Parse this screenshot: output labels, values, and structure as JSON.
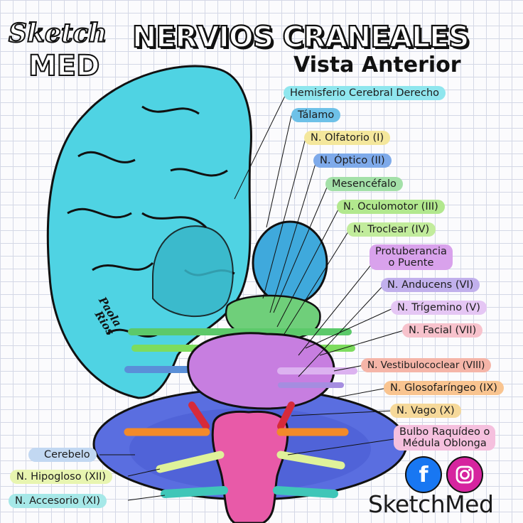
{
  "header": {
    "logo_top": "Sketch",
    "logo_bottom": "MED",
    "title": "NERVIOS CRANEALES",
    "subtitle": "Vista Anterior"
  },
  "labels": {
    "hemisferio": "Hemisferio Cerebral Derecho",
    "talamo": "Tálamo",
    "olfatorio": "N. Olfatorio (I)",
    "optico": "N. Óptico (II)",
    "mesencefalo": "Mesencéfalo",
    "oculomotor": "N. Oculomotor (III)",
    "troclear": "N. Troclear (IV)",
    "protuberancia_1": "Protuberancia",
    "protuberancia_2": "o Puente",
    "abducens": "N. Anducens (VI)",
    "trigemino": "N. Trígemino (V)",
    "facial": "N. Facial (VII)",
    "vestibulococlear": "N. Vestibulococlear (VIII)",
    "glosofaringeo": "N. Glosofaríngeo (IX)",
    "vago": "N. Vago (X)",
    "bulbo_1": "Bulbo Raquídeo o",
    "bulbo_2": "Médula Oblonga",
    "cerebelo": "Cerebelo",
    "hipogloso": "N. Hipogloso (XII)",
    "accesorio": "N. Accesorio (XI)"
  },
  "signature": {
    "line1": "Paola",
    "line2": "Rios"
  },
  "footer": {
    "facebook_icon": "facebook-icon",
    "instagram_icon": "instagram-icon",
    "brand": "SketchMed"
  },
  "colors": {
    "hemisphere": "#4fd3e3",
    "thalamus": "#3fa9dc",
    "olfactory": "#f1e08a",
    "optic": "#5a8fd8",
    "midbrain": "#7ecf8a",
    "oculomotor": "#8fd86a",
    "troclear": "#a6e07a",
    "pons": "#c77ee0",
    "abducens": "#a58de0",
    "trigeminal": "#dcb2f0",
    "facial": "#f4a7b7",
    "vestibulocochlear": "#f29a8a",
    "glossopharyngeal": "#f7b06a",
    "vagus": "#f4cd7a",
    "medulla": "#f0a0cf",
    "cerebellum": "#a8c8ee",
    "hypoglossal": "#dff29a",
    "accessory": "#7fdcdc",
    "facebook": "#1877f2",
    "instagram": "#d6249f"
  }
}
